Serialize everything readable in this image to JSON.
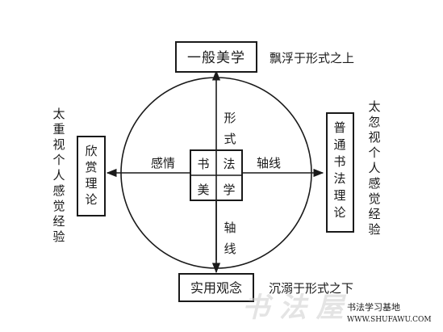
{
  "top_box": {
    "label": "一般美学",
    "note": "飘浮于形式之上"
  },
  "bottom_box": {
    "label": "实用观念",
    "note": "沉溺于形式之下"
  },
  "left_box": {
    "label": "欣赏理论",
    "note": "太重视个人感觉经验"
  },
  "right_box": {
    "label": "普通书法理论",
    "note": "太忽视个人感觉经验"
  },
  "center": {
    "cells": [
      "书",
      "法",
      "美",
      "学"
    ]
  },
  "axis_labels": {
    "top": "形式",
    "bottom": "轴线",
    "left": "感情",
    "right": "轴线"
  },
  "watermark": {
    "site": "书法学习基地",
    "url": "WWW.SHUFAWU.COM"
  }
}
